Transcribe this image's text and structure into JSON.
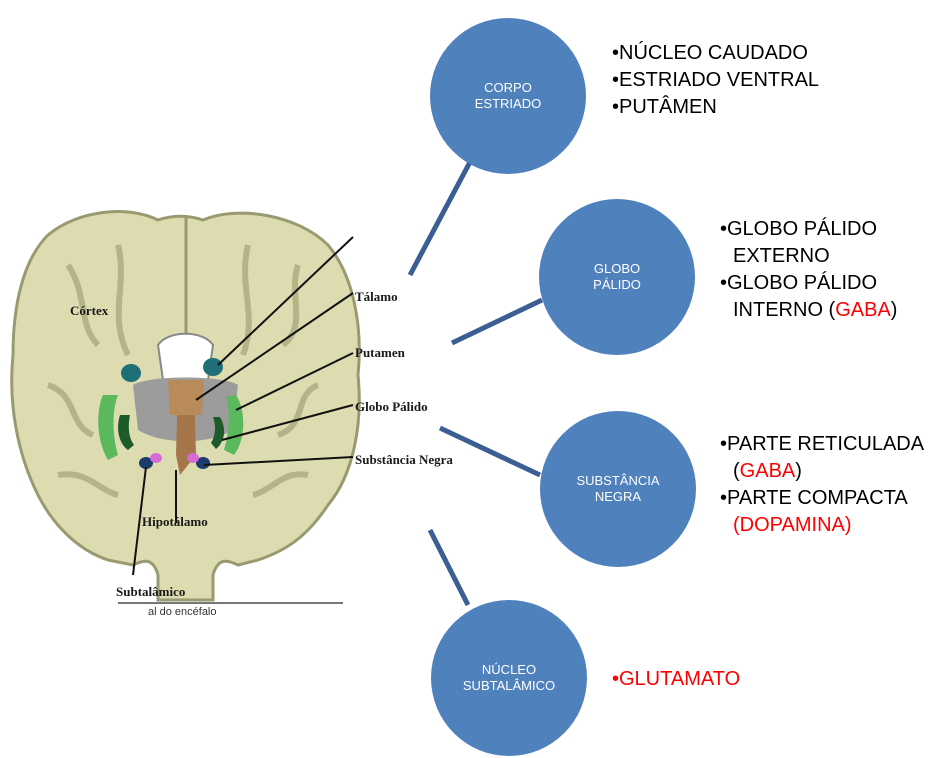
{
  "nodes": [
    {
      "id": "corpo",
      "label_line1": "CORPO",
      "label_line2": "ESTRIADO"
    },
    {
      "id": "globo",
      "label_line1": "GLOBO",
      "label_line2": "PÁLIDO"
    },
    {
      "id": "substancia",
      "label_line1": "SUBSTÂNCIA",
      "label_line2": "NEGRA"
    },
    {
      "id": "nucleo",
      "label_line1": "NÚCLEO",
      "label_line2": "SUBTALÂMICO"
    }
  ],
  "lists": {
    "corpo": [
      "•NÚCLEO CAUDADO",
      "•ESTRIADO VENTRAL",
      "•PUTÂMEN"
    ],
    "globo": {
      "item1_line1": "•GLOBO PÁLIDO",
      "item1_line2": "EXTERNO",
      "item2_line1": "•GLOBO PÁLIDO",
      "item2_line2_prefix": "INTERNO (",
      "item2_red": "GABA",
      "item2_suffix": ")"
    },
    "substancia": {
      "item1_line1": "•PARTE RETICULADA",
      "item1_prefix": "(",
      "item1_red": "GABA",
      "item1_suffix": ")",
      "item2_line1": "•PARTE COMPACTA",
      "item2_red_line2": "(DOPAMINA)"
    },
    "nucleo": {
      "item1_red": "•GLUTAMATO"
    }
  },
  "brain": {
    "labels": {
      "cortex": "Córtex",
      "talamo": "Tálamo",
      "putamen": "Putamen",
      "globo": "Globo Pálido",
      "substancia": "Substância Negra",
      "hipotalamo": "Hipotálamo",
      "subtalamico": "Subtalâmico"
    },
    "caption": "al do encéfalo"
  },
  "colors": {
    "circle": "#4f81bd",
    "connector": "#3b5f93",
    "accent_red": "#ff0000"
  }
}
